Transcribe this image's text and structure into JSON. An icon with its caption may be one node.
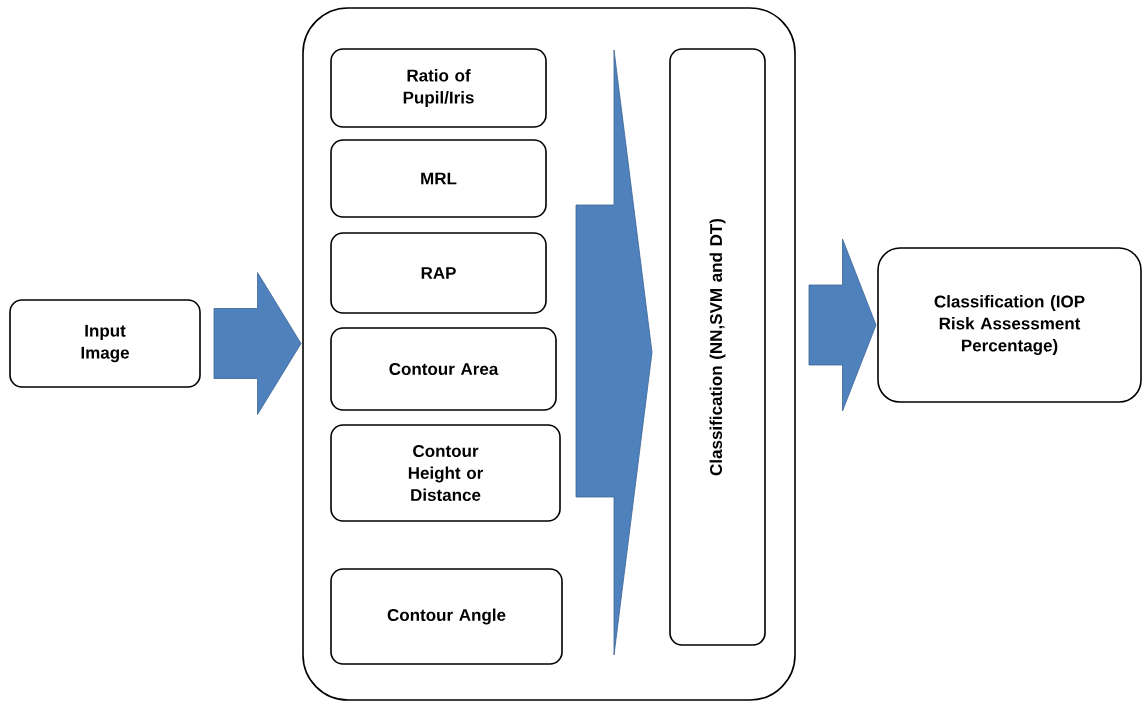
{
  "diagram": {
    "nodes": [
      {
        "text": [
          "Input Image"
        ]
      },
      {
        "text": [],
        "shape": "box"
      },
      {
        "text": [
          "Ratio of Pupil/Iris"
        ],
        "in": 1
      },
      {
        "text": [
          "MRL"
        ],
        "in": 1
      },
      {
        "text": [
          "RAP"
        ],
        "in": 1
      },
      {
        "text": [
          "Contour Area"
        ],
        "in": 1
      },
      {
        "text": [
          "Contour Height or Distance"
        ],
        "in": 1
      },
      {
        "text": [
          "Contour Angle"
        ],
        "in": 1
      },
      {
        "text": [
          "Classification (NN,SVM and DT)"
        ],
        "in": 1
      },
      {
        "text": [
          "Classification (IOP Risk Assessment Percentage)"
        ]
      }
    ],
    "edges": [
      {
        "from": 0,
        "to": 1,
        "arrow": "to"
      },
      {
        "from": 2,
        "to": 8,
        "arrow": "to"
      },
      {
        "from": 3,
        "to": 8,
        "arrow": "to"
      },
      {
        "from": 4,
        "to": 8,
        "arrow": "to"
      },
      {
        "from": 5,
        "to": 8,
        "arrow": "to"
      },
      {
        "from": 6,
        "to": 8,
        "arrow": "to"
      },
      {
        "from": 7,
        "to": 8,
        "arrow": "to"
      },
      {
        "from": 1,
        "to": 9,
        "arrow": "to"
      }
    ]
  }
}
